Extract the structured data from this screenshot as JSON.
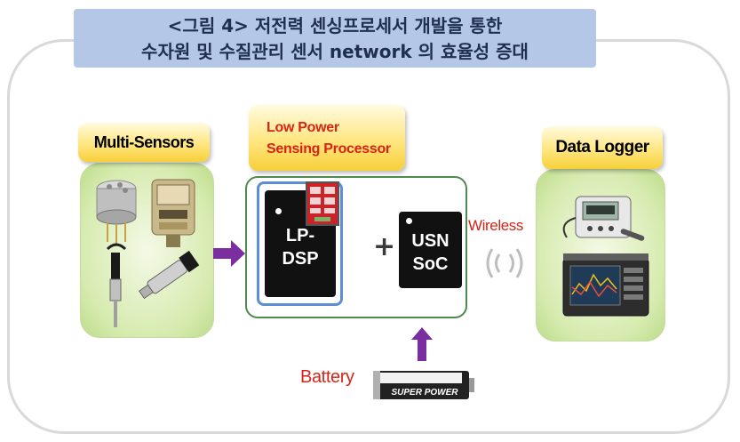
{
  "title": {
    "line1": "<그림 4> 저전력 센싱프로세서 개발을 통한",
    "line2": "수자원 및 수질관리 센서 network 의 효율성 증대"
  },
  "diagram": {
    "multi_sensors_label": "Multi-Sensors",
    "low_power_label_line1": "Low Power",
    "low_power_label_line2": "Sensing Processor",
    "lp_dsp_line1": "LP-",
    "lp_dsp_line2": "DSP",
    "plus_symbol": "+",
    "usn_soc_line1": "USN",
    "usn_soc_line2": "SoC",
    "wireless_label": "Wireless",
    "data_logger_label": "Data Logger",
    "battery_label": "Battery",
    "battery_brand": "SUPER POWER"
  },
  "colors": {
    "title_bg": "#b4c7e7",
    "tag_yellow": "#ffe680",
    "panel_green": "#d7ebb0",
    "label_red": "#d62418",
    "arrow_purple": "#7a2ea0",
    "frame_green": "#4e8a4e",
    "lp_outline_blue": "#5b8fd1"
  },
  "icons": [
    "sensor-photo",
    "data-logger-photo",
    "battery-photo",
    "right-arrow-icon",
    "up-arrow-icon",
    "wireless-waves-icon",
    "circuit-board-icon"
  ]
}
